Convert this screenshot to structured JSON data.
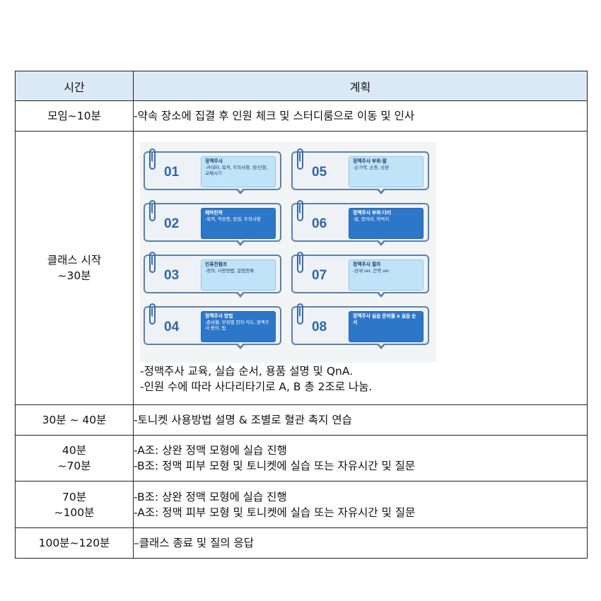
{
  "header": {
    "time": "시간",
    "plan": "계획"
  },
  "rows": [
    {
      "time": [
        "모임~10분"
      ],
      "plan": [
        "-약속 장소에 집결 후 인원 체크 및 스터디룸으로 이동 및 인사"
      ]
    },
    {
      "time": [
        "클래스 시작",
        "~30분"
      ],
      "plan": [
        "-정맥주사 교육, 실습 순서, 용품 설명 및 QnA.",
        "-인원 수에 따라 사다리타기로 A, B 총 2조로 나눔."
      ]
    },
    {
      "time": [
        "30분 ~ 40분"
      ],
      "plan": [
        "-토니켓 사용방법 설명 & 조별로 혈관 촉지 연습"
      ]
    },
    {
      "time": [
        "40분",
        "~70분"
      ],
      "plan": [
        "-A조: 상완 정맥 모형에 실습 진행",
        "-B조: 정맥 피부 모형 및 토니켓에 실습 또는 자유시간 및 질문"
      ]
    },
    {
      "time": [
        "70분",
        "~100분"
      ],
      "plan": [
        "-B조: 상완 정맥 모형에 실습 진행",
        "-A조: 정맥 피부 모형 및 토니켓에 실습 또는 자유시간 및 질문"
      ]
    },
    {
      "time": [
        "100분~120분"
      ],
      "plan": [
        "–클래스 종료 및 질의 응답"
      ]
    }
  ],
  "infographic": {
    "steps": [
      {
        "num": "01",
        "title": "정맥주사",
        "body": "-카테터, 목적, 주의사항, 장/단점, 교체시기",
        "style": "light"
      },
      {
        "num": "02",
        "title": "헤파린락",
        "body": "-목적, 적응증, 장점, 주의사항",
        "style": "dark"
      },
      {
        "num": "03",
        "title": "인퓨전펌프",
        "body": "-정의, 사용방법, 알림종류",
        "style": "light"
      },
      {
        "num": "04",
        "title": "정맥주사 방법",
        "body": "-준비물, 부위별 천자 각도, 정맥주사 용어, 팁",
        "style": "dark"
      },
      {
        "num": "05",
        "title": "정맥주사 부위-팔",
        "body": "-손가락, 손등, 상완",
        "style": "light"
      },
      {
        "num": "06",
        "title": "정맥주사 부위-다리",
        "body": "-발, 종아리, 허벅지",
        "style": "dark"
      },
      {
        "num": "07",
        "title": "정맥주사 절차",
        "body": "-상세 ver, 간략 ver.",
        "style": "light"
      },
      {
        "num": "08",
        "title": "정맥주사 실습 준비물 & 실습 순서",
        "body": "",
        "style": "dark"
      }
    ]
  }
}
